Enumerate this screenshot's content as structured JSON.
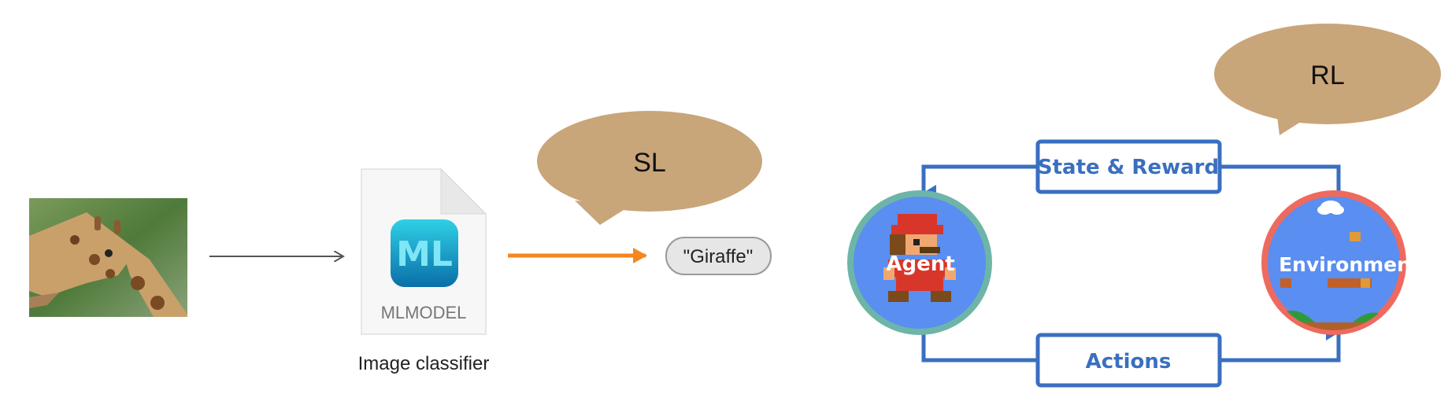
{
  "supervised": {
    "bubble_label": "SL",
    "input_image": "giraffe-photo",
    "model_file_label": "MLMODEL",
    "model_caption": "Image classifier",
    "output_label": "\"Giraffe\"",
    "arrow_color": "#f5871f",
    "bubble_color": "#c9a57a"
  },
  "reinforcement": {
    "bubble_label": "RL",
    "agent_label": "Agent",
    "environment_label": "Environment",
    "state_reward_label": "State & Reward",
    "actions_label": "Actions",
    "line_color": "#3a6fc0",
    "agent_ring_color": "#6db5a8",
    "environment_ring_color": "#ee6a5e",
    "circle_fill": "#5a8ef0"
  }
}
